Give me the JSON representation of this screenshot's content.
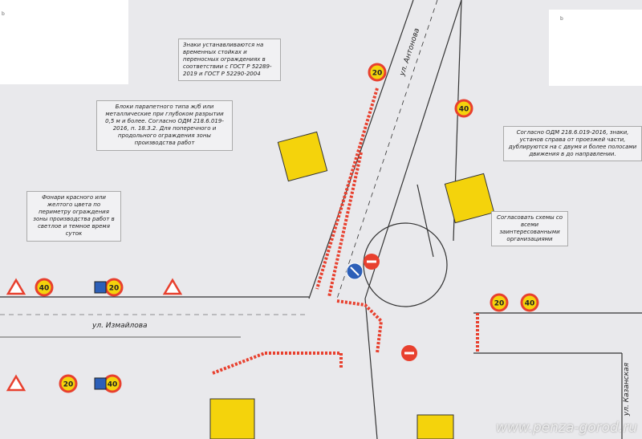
{
  "notes": {
    "signs_installation": "Знаки устанавливаются на временных стойках и переносных ограждениях в соответствии с ГОСТ Р 52289-2019 и ГОСТ Р 52290-2004",
    "parapet_blocks": "Блоки парапетного типа ж/б или металлические при глубоком разрытии 0,5 м и более. Согласно ОДМ 218.6.019-2016, п. 18.3.2. Для поперечного и продольного ограждения зоны производства работ",
    "duplicated_signs": "Согласно ОДМ 218.6.019-2016, знаки, установ справа от проезжей части, дублируются на с двумя и более полосами движения в до направлении.",
    "lamps": "Фонари красного или желтого цвета по периметру ограждения зоны производства работ в светлое и темное время суток",
    "agree_scheme": "Согласовать схемы со всеми заинтересованными организациями"
  },
  "streets": {
    "antonova": "ул. Антонова",
    "izmailova": "ул. Измайлова",
    "kazanskaya": "ул. Казанская"
  },
  "signs": [
    {
      "type": "warning",
      "text": ""
    },
    {
      "type": "speed",
      "text": "40"
    },
    {
      "type": "speed",
      "text": "20"
    },
    {
      "type": "blue-square",
      "text": ""
    },
    {
      "type": "warning",
      "text": ""
    },
    {
      "type": "speed",
      "text": "20"
    },
    {
      "type": "speed",
      "text": "40"
    },
    {
      "type": "blue-square",
      "text": ""
    },
    {
      "type": "speed",
      "text": "20"
    },
    {
      "type": "speed",
      "text": "40"
    },
    {
      "type": "speed",
      "text": "20"
    },
    {
      "type": "speed",
      "text": "40"
    },
    {
      "type": "warning",
      "text": ""
    },
    {
      "type": "blue-circle",
      "text": ""
    },
    {
      "type": "no-entry",
      "text": ""
    },
    {
      "type": "no-entry",
      "text": ""
    }
  ],
  "watermark": "www.penza-gorod.ru",
  "corner_marks": [
    "b",
    "b"
  ],
  "colors": {
    "road_barrier": "#e8402e",
    "work_zone": "#f4d30c",
    "sign_blue": "#2c5fb8",
    "paper": "#e9e9ec"
  }
}
